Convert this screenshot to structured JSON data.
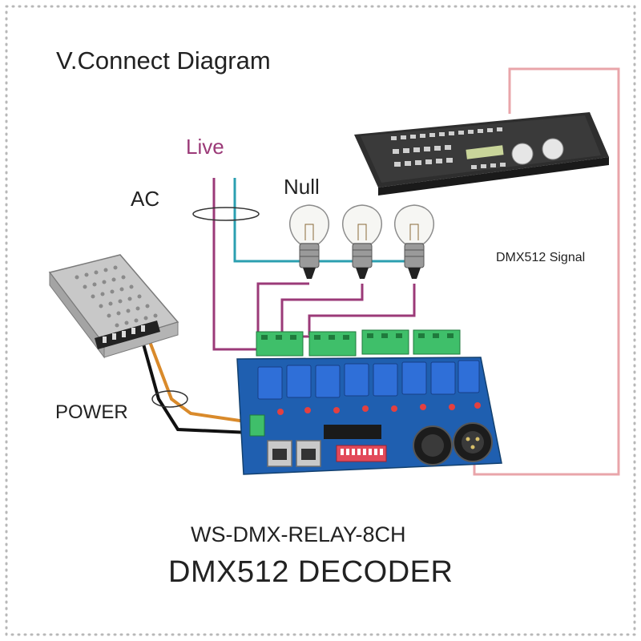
{
  "title": "V.Connect Diagram",
  "labels": {
    "live": "Live",
    "null": "Null",
    "ac": "AC",
    "dmx_signal": "DMX512 Signal",
    "power": "POWER"
  },
  "product": {
    "model": "WS-DMX-RELAY-8CH",
    "name": "DMX512 DECODER"
  },
  "colors": {
    "live_wire": "#9b3a78",
    "null_wire": "#2b9fb0",
    "signal_wire": "#e9a5aa",
    "power_positive": "#d98a2b",
    "power_negative": "#111111",
    "board": "#1f5fb0",
    "terminal": "#3fbf6a",
    "relay": "#2f6fd8",
    "frame_dots": "#b8b8b8"
  }
}
